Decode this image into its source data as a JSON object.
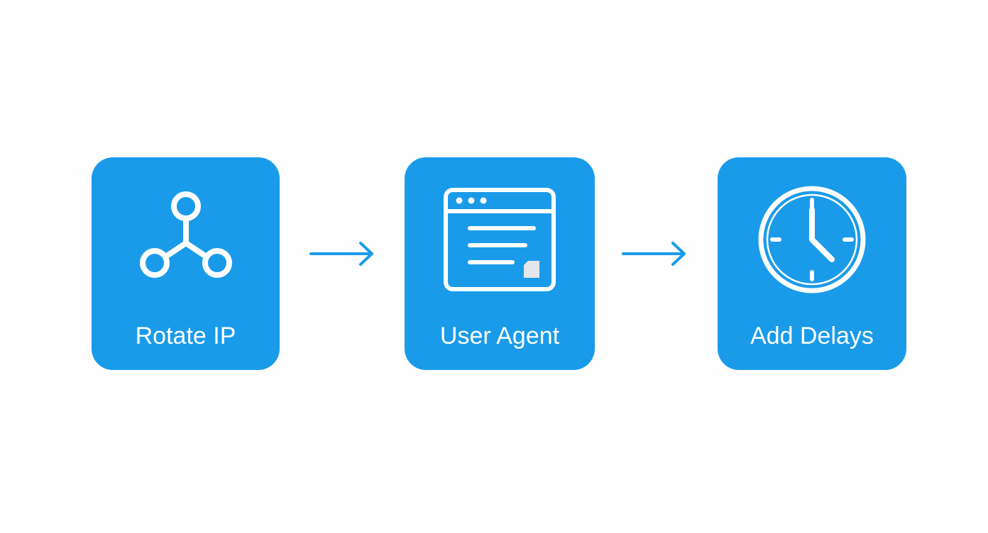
{
  "colors": {
    "card_fill": "#1a9bea",
    "icon_stroke": "#ffffff",
    "arrow": "#1a9bea",
    "background": "#fefefe",
    "doc_corner": "#e3e6ea"
  },
  "steps": [
    {
      "label": "Rotate IP",
      "icon": "network-nodes-icon"
    },
    {
      "label": "User Agent",
      "icon": "browser-window-icon"
    },
    {
      "label": "Add Delays",
      "icon": "clock-icon"
    }
  ],
  "connectors": [
    {
      "from": "Rotate IP",
      "to": "User Agent",
      "icon": "right-arrow-icon"
    },
    {
      "from": "User Agent",
      "to": "Add Delays",
      "icon": "right-arrow-icon"
    }
  ]
}
